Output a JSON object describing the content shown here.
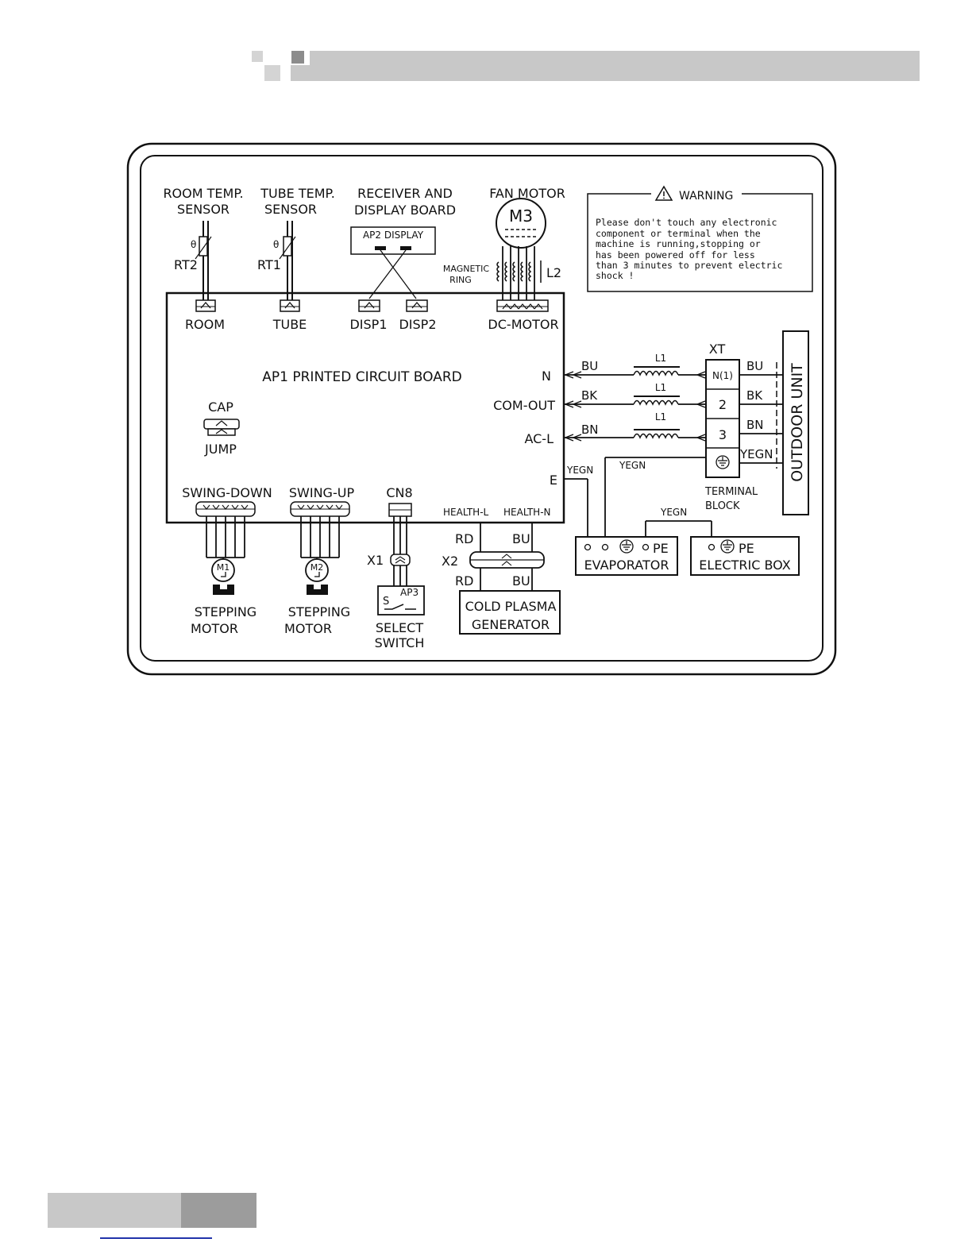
{
  "labels": {
    "room_temp_sensor": [
      "ROOM TEMP.",
      "SENSOR"
    ],
    "tube_temp_sensor": [
      "TUBE TEMP.",
      "SENSOR"
    ],
    "receiver_display_board": [
      "RECEIVER AND",
      "DISPLAY BOARD"
    ],
    "fan_motor": "FAN MOTOR",
    "m3": "M3",
    "ap2_display": "AP2 DISPLAY",
    "rt2": "RT2",
    "rt1": "RT1",
    "theta": "θ",
    "magnetic_ring": [
      "MAGNETIC",
      "RING"
    ],
    "l2": "L2",
    "room": "ROOM",
    "tube": "TUBE",
    "disp1": "DISP1",
    "disp2": "DISP2",
    "dc_motor": "DC-MOTOR",
    "ap1_board": "AP1 PRINTED CIRCUIT BOARD",
    "n": "N",
    "com_out": "COM-OUT",
    "ac_l": "AC-L",
    "e": "E",
    "cap": "CAP",
    "jump": "JUMP",
    "swing_down": "SWING-DOWN",
    "swing_up": "SWING-UP",
    "cn8": "CN8",
    "health_l": "HEALTH-L",
    "health_n": "HEALTH-N",
    "m1": "M1",
    "m2": "M2",
    "stepping_motor": [
      "STEPPING",
      "MOTOR"
    ],
    "x1": "X1",
    "ap3": "AP3",
    "s": "S",
    "select_switch": [
      "SELECT",
      "SWITCH"
    ],
    "x2": "X2",
    "rd": "RD",
    "bu": "BU",
    "bk": "BK",
    "bn": "BN",
    "yegn": "YEGN",
    "cold_plasma_generator": [
      "COLD PLASMA",
      "GENERATOR"
    ],
    "l1": "L1",
    "xt": "XT",
    "terminal_n1": "N(1)",
    "terminal_2": "2",
    "terminal_3": "3",
    "terminal_block": [
      "TERMINAL",
      "BLOCK"
    ],
    "outdoor_unit": "OUTDOOR UNIT",
    "pe": "PE",
    "evaporator": "EVAPORATOR",
    "electric_box": "ELECTRIC BOX"
  },
  "warning": {
    "title": "WARNING",
    "lines": [
      "Please don't touch any electronic",
      "component or terminal when the",
      "machine is running,stopping or",
      "has been powered off for less",
      "than 3 minutes to prevent electric",
      "shock !"
    ]
  },
  "colors": {
    "line": "#111111",
    "header_bar": "#c8c8c8",
    "header_square": "#8c8c8c",
    "header_square_light": "#d4d4d4",
    "footer_light": "#c8c8c8",
    "footer_dark": "#9c9c9c",
    "footer_link": "#2233aa"
  }
}
